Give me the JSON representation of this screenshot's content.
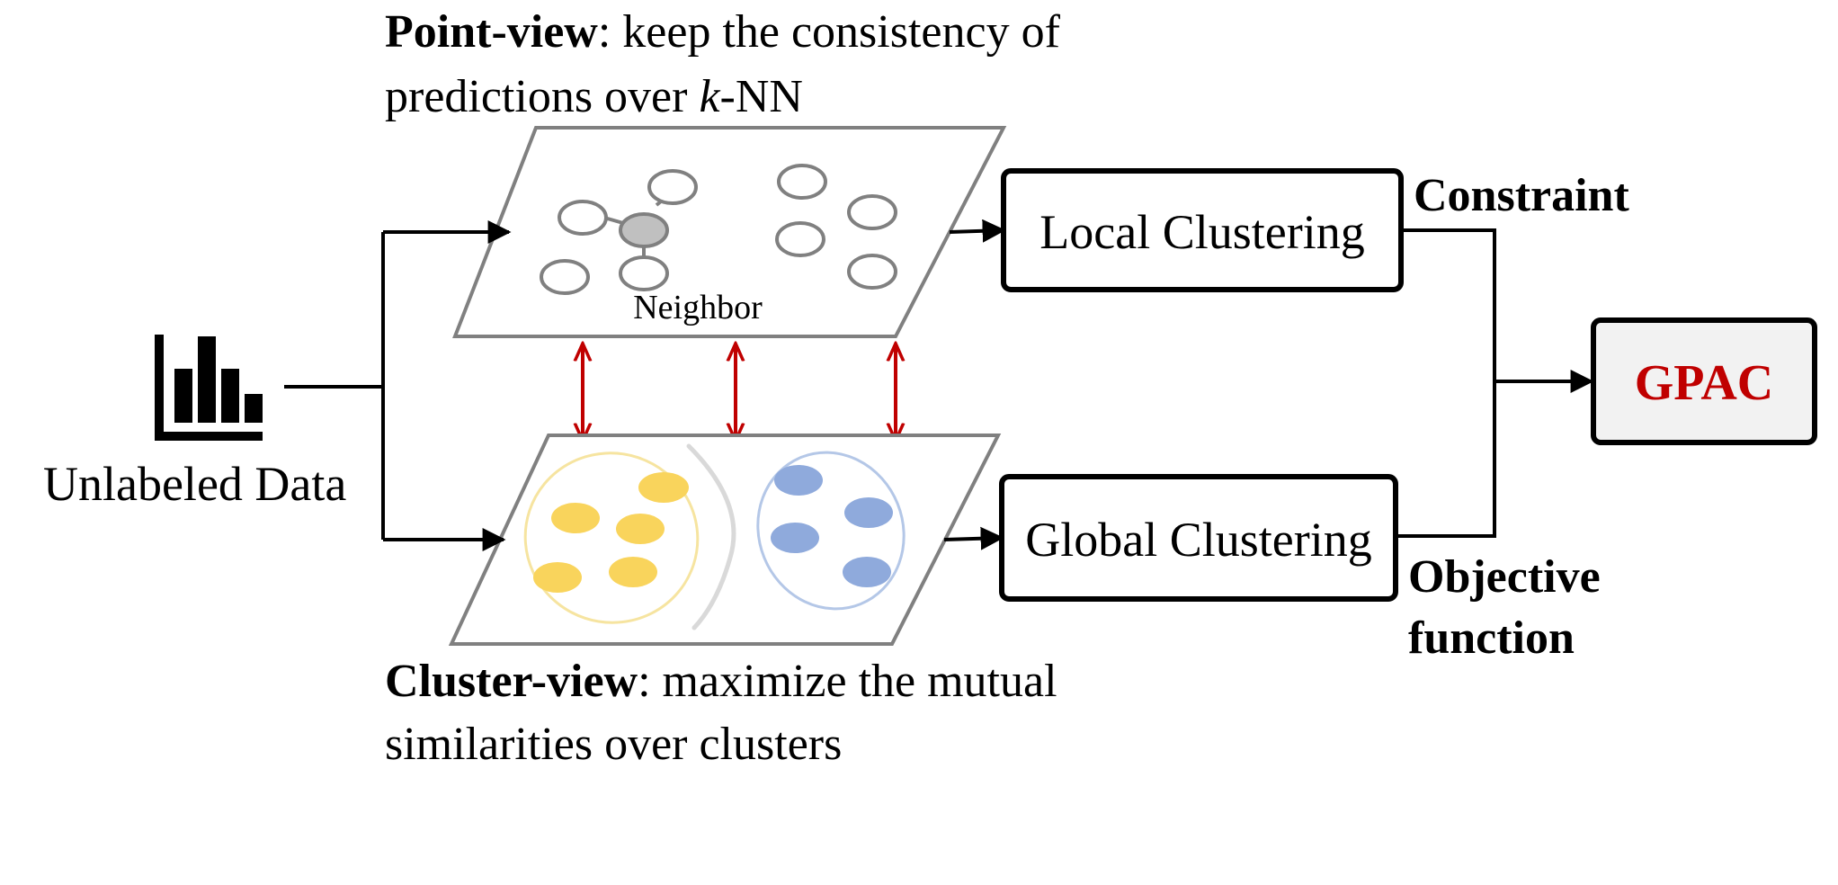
{
  "point_view": {
    "title_bold": "Point-view",
    "title_rest": ": keep the consistency of",
    "line2_pre": "predictions over ",
    "line2_k": "k",
    "line2_post": "-NN",
    "neighbor_label": "Neighbor"
  },
  "cluster_view": {
    "title_bold": "Cluster-view",
    "title_rest": ": maximize the mutual",
    "line2": "similarities over clusters"
  },
  "input": {
    "label": "Unlabeled Data",
    "icon": "bar-chart-icon"
  },
  "boxes": {
    "local": "Local Clustering",
    "global": "Global Clustering",
    "output": "GPAC"
  },
  "edge_labels": {
    "constraint": "Constraint",
    "objective_line1": "Objective",
    "objective_line2": "function"
  },
  "colors": {
    "stroke": "#000000",
    "plane": "#808080",
    "node": "#808080",
    "center_node": "#c0c0c0",
    "red_arrow": "#c00000",
    "yellow_fill": "#f9d45c",
    "yellow_outline": "#f6e4a0",
    "blue_fill": "#8faadc",
    "blue_outline": "#b4c7e7",
    "output_fill": "#f2f2f2",
    "output_text": "#c00000"
  }
}
